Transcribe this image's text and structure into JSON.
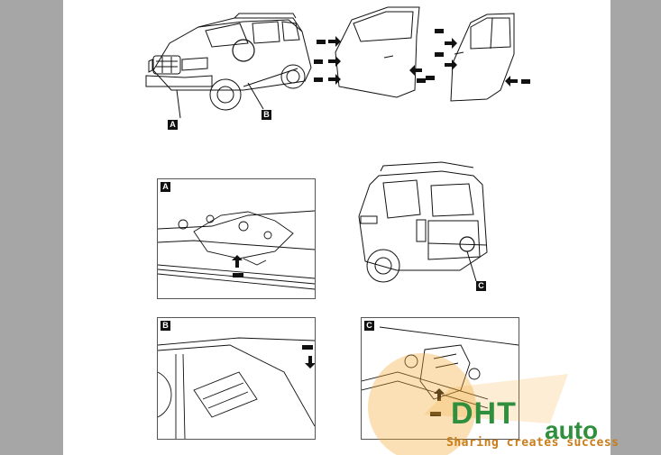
{
  "callouts": {
    "a": "A",
    "b": "B",
    "c": "C"
  },
  "panels": {
    "a_label": "A",
    "b_label": "B",
    "c_label": "C"
  },
  "watermark": {
    "brand": "DHT",
    "auto": "auto",
    "slogan": "Sharing creates success"
  },
  "colors": {
    "background": "#a6a6a6",
    "page": "#ffffff",
    "ink": "#111111",
    "watermark_green": "#2f8f3c",
    "watermark_orange": "#f3a52b"
  }
}
